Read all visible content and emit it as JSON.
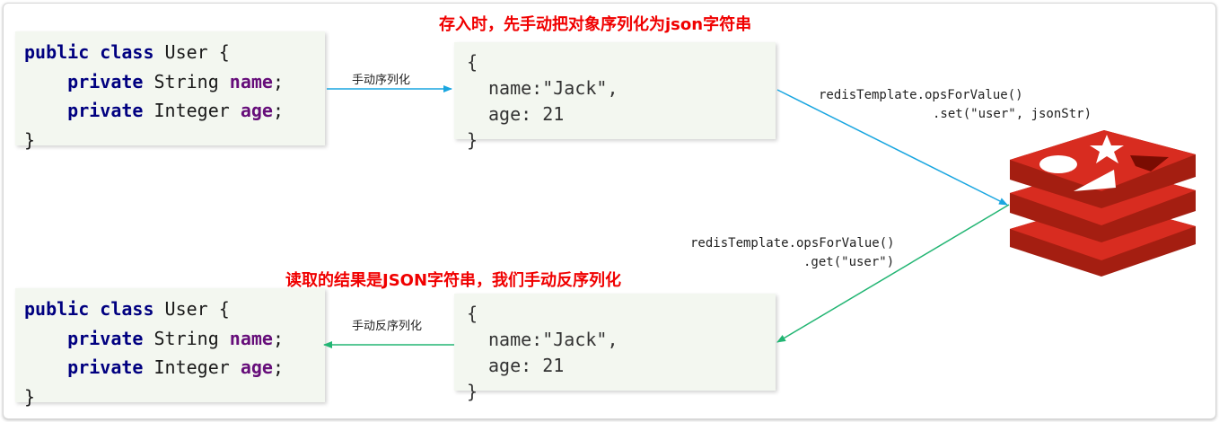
{
  "top_title": "存入时，先手动把对象序列化为json字符串",
  "bottom_title": "读取的结果是JSON字符串，我们手动反序列化",
  "serialize_label": "手动序列化",
  "deserialize_label": "手动反序列化",
  "set_call": {
    "line1": "redisTemplate.opsForValue()",
    "line2": ".set(\"user\", jsonStr)"
  },
  "get_call": {
    "line1": "redisTemplate.opsForValue()",
    "line2": ".get(\"user\")"
  },
  "user_class": {
    "kw_public_class": "public class",
    "name": " User {",
    "kw_private": "private",
    "type_string": " String ",
    "field_name": "name",
    "type_integer": " Integer ",
    "field_age": "age",
    "semicolon": ";",
    "close": "}"
  },
  "json": {
    "open": "{",
    "name_line": "name:\"Jack\",",
    "age_line": "age: 21",
    "close": "}"
  },
  "colors": {
    "title_red": "#f00000",
    "serialize_arrow": "#1aa6e0",
    "deserialize_arrow": "#22b573",
    "code_bg": "#f3f7f0",
    "redis_red": "#d82c20"
  },
  "icons": {
    "redis": "redis-logo-icon"
  }
}
